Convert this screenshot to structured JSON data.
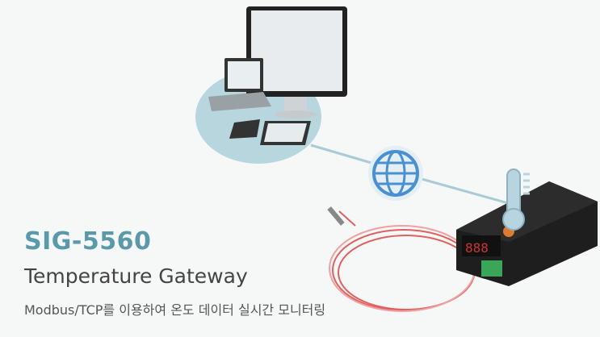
{
  "product": {
    "model": "SIG-5560",
    "title": "Temperature Gateway",
    "subtitle": "Modbus/TCP를 이용하여 온도 데이터 실시간 모니터링"
  },
  "colors": {
    "accent": "#5a99aa",
    "globe": "#4a90d0",
    "platform": "#b8d8df",
    "cable": "#e05a5a"
  }
}
